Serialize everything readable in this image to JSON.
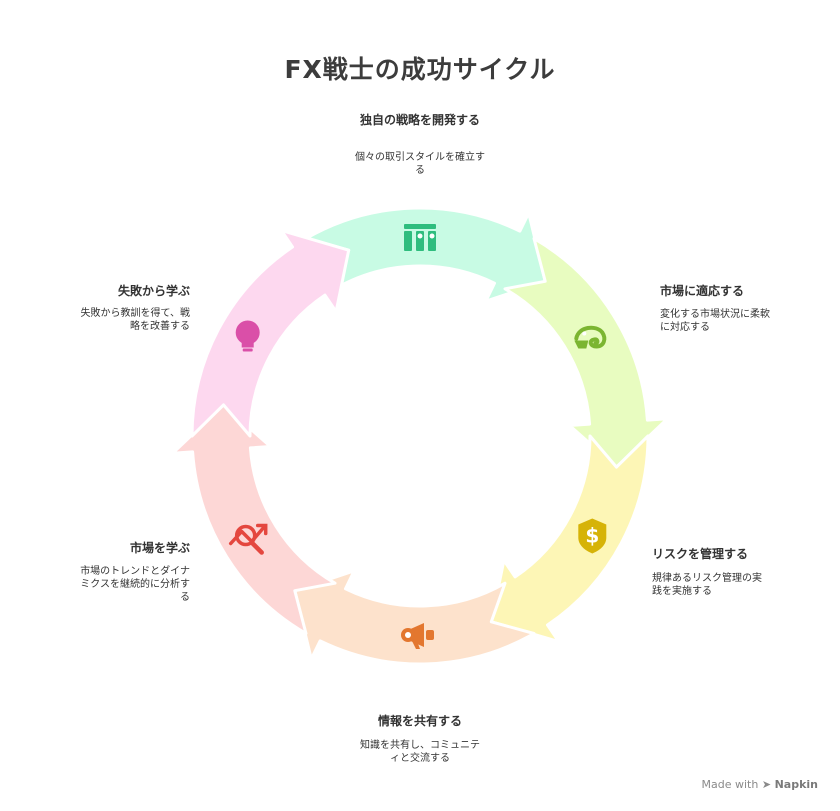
{
  "title": "FX戦士の成功サイクル",
  "steps": [
    {
      "title": "独自の戦略を開発する",
      "desc": "個々の取引スタイルを確立する",
      "fill": "#c8fbe4",
      "accent": "#2ebd7e",
      "icon": "strategy-icon"
    },
    {
      "title": "市場に適応する",
      "desc": "変化する市場状況に柔軟に対応する",
      "fill": "#e8fcc0",
      "accent": "#7bb531",
      "icon": "chameleon-icon"
    },
    {
      "title": "リスクを管理する",
      "desc": "規律あるリスク管理の実践を実施する",
      "fill": "#fdf6b6",
      "accent": "#d6b308",
      "icon": "dollar-shield-icon"
    },
    {
      "title": "情報を共有する",
      "desc": "知識を共有し、コミュニティと交流する",
      "fill": "#fde2cc",
      "accent": "#e3772f",
      "icon": "megaphone-icon"
    },
    {
      "title": "市場を学ぶ",
      "desc": "市場のトレンドとダイナミクスを継続的に分析する",
      "fill": "#fdd7d6",
      "accent": "#e4473f",
      "icon": "analysis-icon"
    },
    {
      "title": "失敗から学ぶ",
      "desc": "失敗から教訓を得て、戦略を改善する",
      "fill": "#fdd8ef",
      "accent": "#da4fa8",
      "icon": "lightbulb-icon"
    }
  ],
  "footer": {
    "prefix": "Made with",
    "brand": "Napkin"
  }
}
